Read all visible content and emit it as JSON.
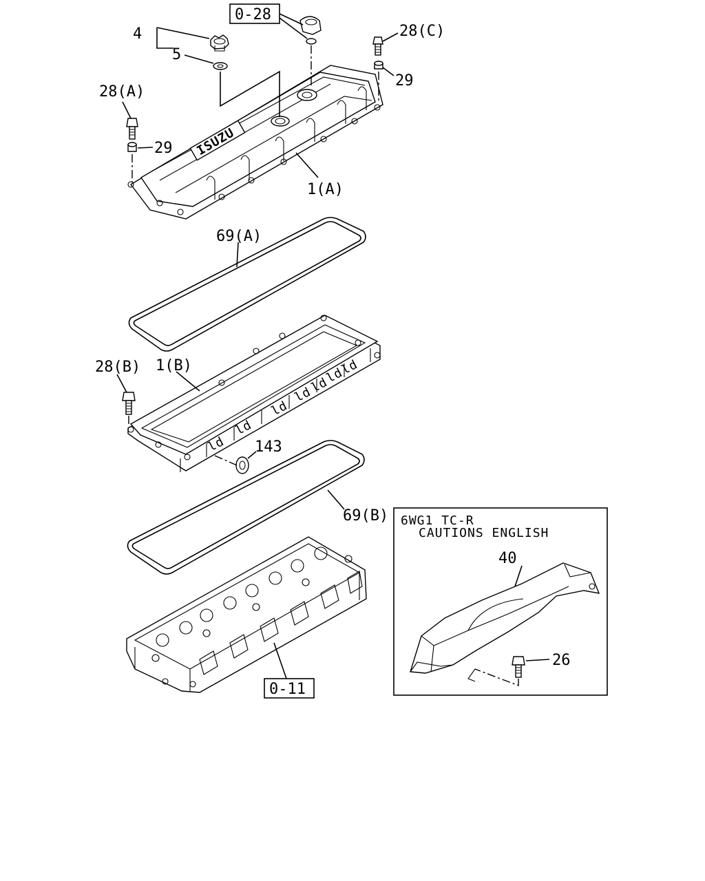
{
  "refs": {
    "top_ref": "0-28",
    "bottom_ref": "0-11"
  },
  "callouts": {
    "p4": "4",
    "p5": "5",
    "p28c": "28(C)",
    "p29_right": "29",
    "p28a": "28(A)",
    "p29_left": "29",
    "p1a": "1(A)",
    "p69a": "69(A)",
    "p28b": "28(B)",
    "p1b": "1(B)",
    "p143": "143",
    "p69b": "69(B)"
  },
  "inset": {
    "line1": "6WG1 TC-R",
    "line2": "CAUTIONS ENGLISH",
    "p40": "40",
    "p26": "26"
  },
  "logo_text": "ISUZU"
}
